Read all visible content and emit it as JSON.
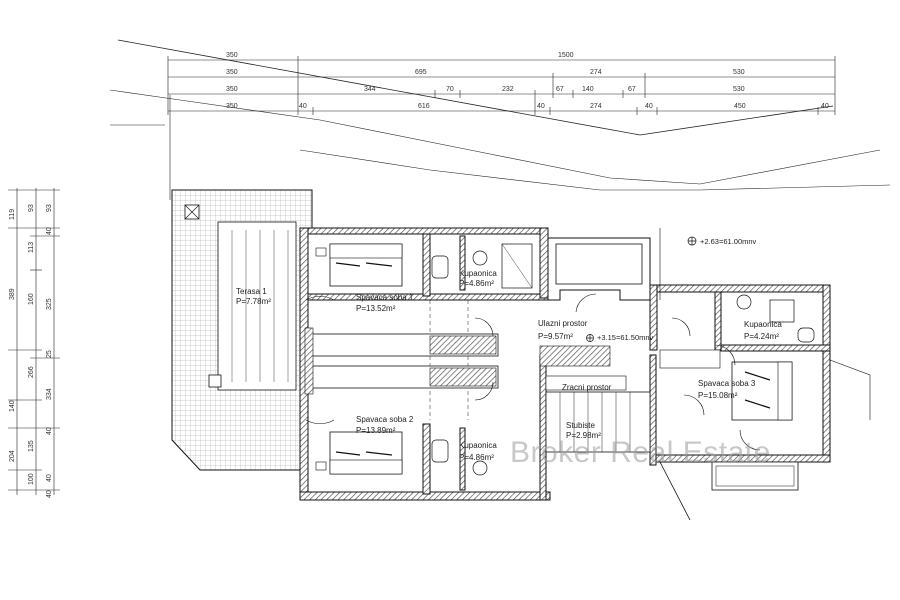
{
  "dimensions": {
    "row1": [
      "350",
      "1500"
    ],
    "row2": [
      "350",
      "695",
      "274",
      "530"
    ],
    "row3": [
      "350",
      "344",
      "70",
      "232",
      "67",
      "140",
      "67",
      "530"
    ],
    "row4": [
      "350",
      "40",
      "616",
      "40",
      "274",
      "40",
      "450",
      "40"
    ],
    "left_a": [
      "119",
      "389",
      "266",
      "140",
      "204",
      "100",
      "40"
    ],
    "left_b": [
      "93",
      "113",
      "160",
      "25",
      "135",
      "40"
    ],
    "left_c": [
      "93",
      "40",
      "325",
      "334",
      "40"
    ]
  },
  "rooms": {
    "terrace": {
      "name": "Terasa 1",
      "area": "P=7.78m²"
    },
    "bedroom1": {
      "name": "Spavaca soba 1",
      "area": "P=13.52m²"
    },
    "bathroom1": {
      "name": "Kupaonica",
      "area": "P=4.86m²"
    },
    "hall": {
      "name": "Ulazni prostor",
      "area": "P=9.57m²"
    },
    "airspace": {
      "name": "Zracni prostor"
    },
    "stairs": {
      "name": "Stubiste",
      "area": "P=2.98m²"
    },
    "bedroom2": {
      "name": "Spavaca soba 2",
      "area": "P=13.89m²"
    },
    "bathroom2": {
      "name": "Kupaonica",
      "area": "P=4.86m²"
    },
    "bathroom3": {
      "name": "Kupaonica",
      "area": "P=4.24m²"
    },
    "bedroom3": {
      "name": "Spavaca soba 3",
      "area": "P=15.08m²"
    }
  },
  "levels": {
    "level_top": "+2.63=61.00mnv",
    "level_hall": "+3.15=61.50mnv"
  },
  "watermark": "Broker Real Estate"
}
